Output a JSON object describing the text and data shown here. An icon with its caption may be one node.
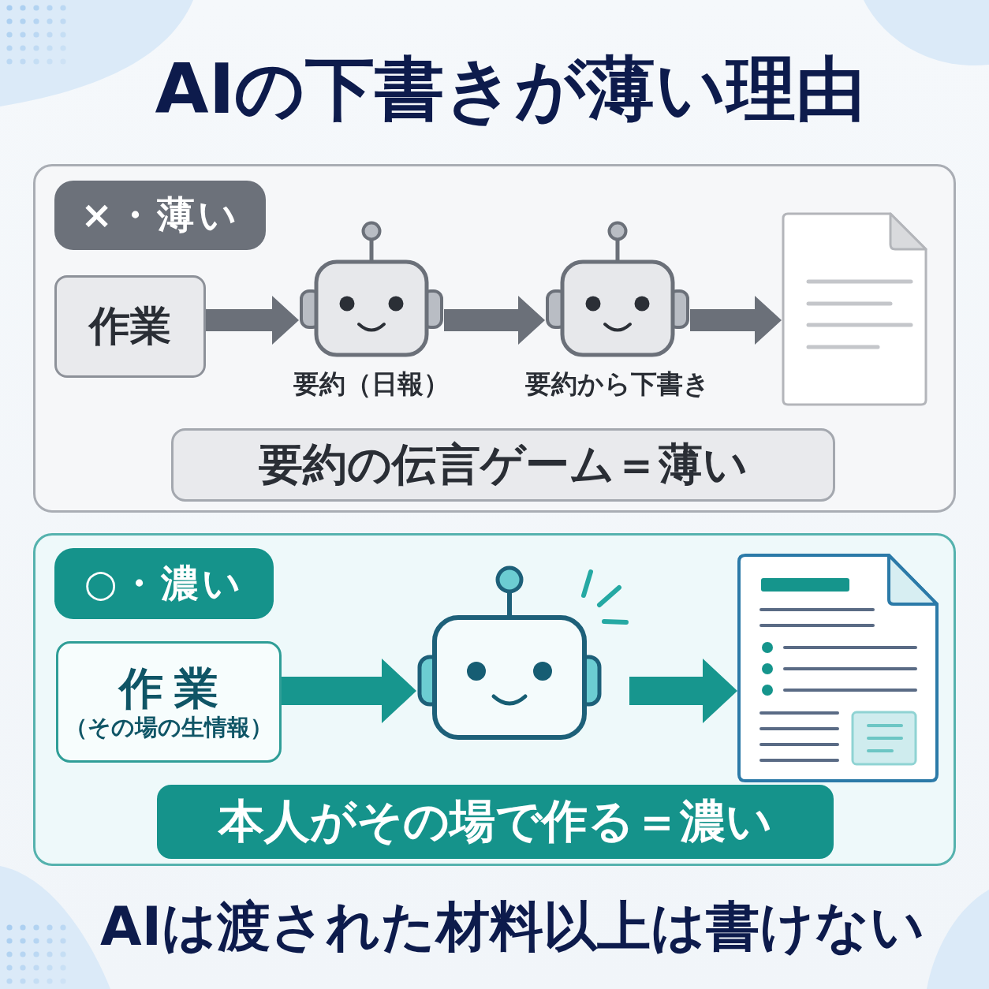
{
  "diagram": {
    "title": "AIの下書きが薄い理由",
    "nodes": [
      {
        "text": [],
        "shape": "box"
      },
      {
        "text": [
          "×・薄い"
        ],
        "in": 0
      },
      {
        "text": [
          "作業"
        ],
        "in": 0
      },
      {
        "text": [],
        "shape": "picture",
        "beside": [
          "要約（日報）"
        ],
        "in": 0
      },
      {
        "text": [],
        "shape": "picture",
        "beside": [
          "要約から下書き"
        ],
        "in": 0
      },
      {
        "text": [],
        "shape": "picture",
        "in": 0
      },
      {
        "text": [
          "要約の伝言ゲーム＝薄い"
        ],
        "in": 0
      },
      {
        "text": [],
        "shape": "box"
      },
      {
        "text": [
          "○・濃い"
        ],
        "in": 7
      },
      {
        "text": [
          "作業",
          "（その場の生情報）"
        ],
        "in": 7
      },
      {
        "text": [],
        "shape": "picture",
        "in": 7
      },
      {
        "text": [],
        "shape": "picture",
        "in": 7
      },
      {
        "text": [
          "本人がその場で作る＝濃い"
        ],
        "in": 7
      }
    ],
    "edges": [
      {
        "from": 2,
        "to": 3,
        "arrow": "to"
      },
      {
        "from": 3,
        "to": 4,
        "arrow": "to"
      },
      {
        "from": 4,
        "to": 5,
        "arrow": "to"
      },
      {
        "from": 9,
        "to": 10,
        "arrow": "to",
        "color": "#17968e"
      },
      {
        "from": 10,
        "to": 11,
        "arrow": "to",
        "color": "#17968e"
      }
    ],
    "caption": "AIは渡された材料以上は書けない"
  }
}
